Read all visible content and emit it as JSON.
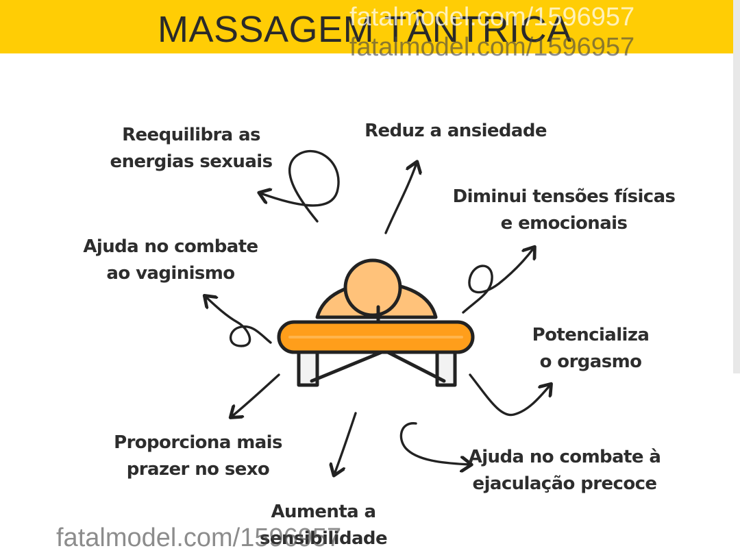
{
  "title": "MASSAGEM TÂNTRICA",
  "benefits": {
    "reequilibra": {
      "line1": "Reequilibra as",
      "line2": "energias sexuais"
    },
    "reduz": {
      "line1": "Reduz a ansiedade"
    },
    "diminui": {
      "line1": "Diminui tensões físicas",
      "line2": "e emocionais"
    },
    "vaginismo": {
      "line1": "Ajuda no combate",
      "line2": "ao vaginismo"
    },
    "potencializa": {
      "line1": "Potencializa",
      "line2": "o orgasmo"
    },
    "prazer": {
      "line1": "Proporciona mais",
      "line2": "prazer no sexo"
    },
    "sensibilidade": {
      "line1": "Aumenta a",
      "line2": "sensibilidade"
    },
    "ejaculacao": {
      "line1": "Ajuda no combate à",
      "line2": "ejaculação precoce"
    }
  },
  "watermarks": {
    "top_primary": "fatalmodel.com/1596957",
    "top_secondary": "fatalmodel.com/1596957",
    "bottom": "fatalmodel.com/1596957"
  },
  "colors": {
    "header": "#ffcd05",
    "text": "#2d2d2d",
    "skin": "#ffc27a",
    "table": "#ff9e1b",
    "outline": "#222222"
  },
  "icons": {
    "illustration": "massage-table-person-icon",
    "arrows": "hand-drawn-arrow-icon"
  }
}
